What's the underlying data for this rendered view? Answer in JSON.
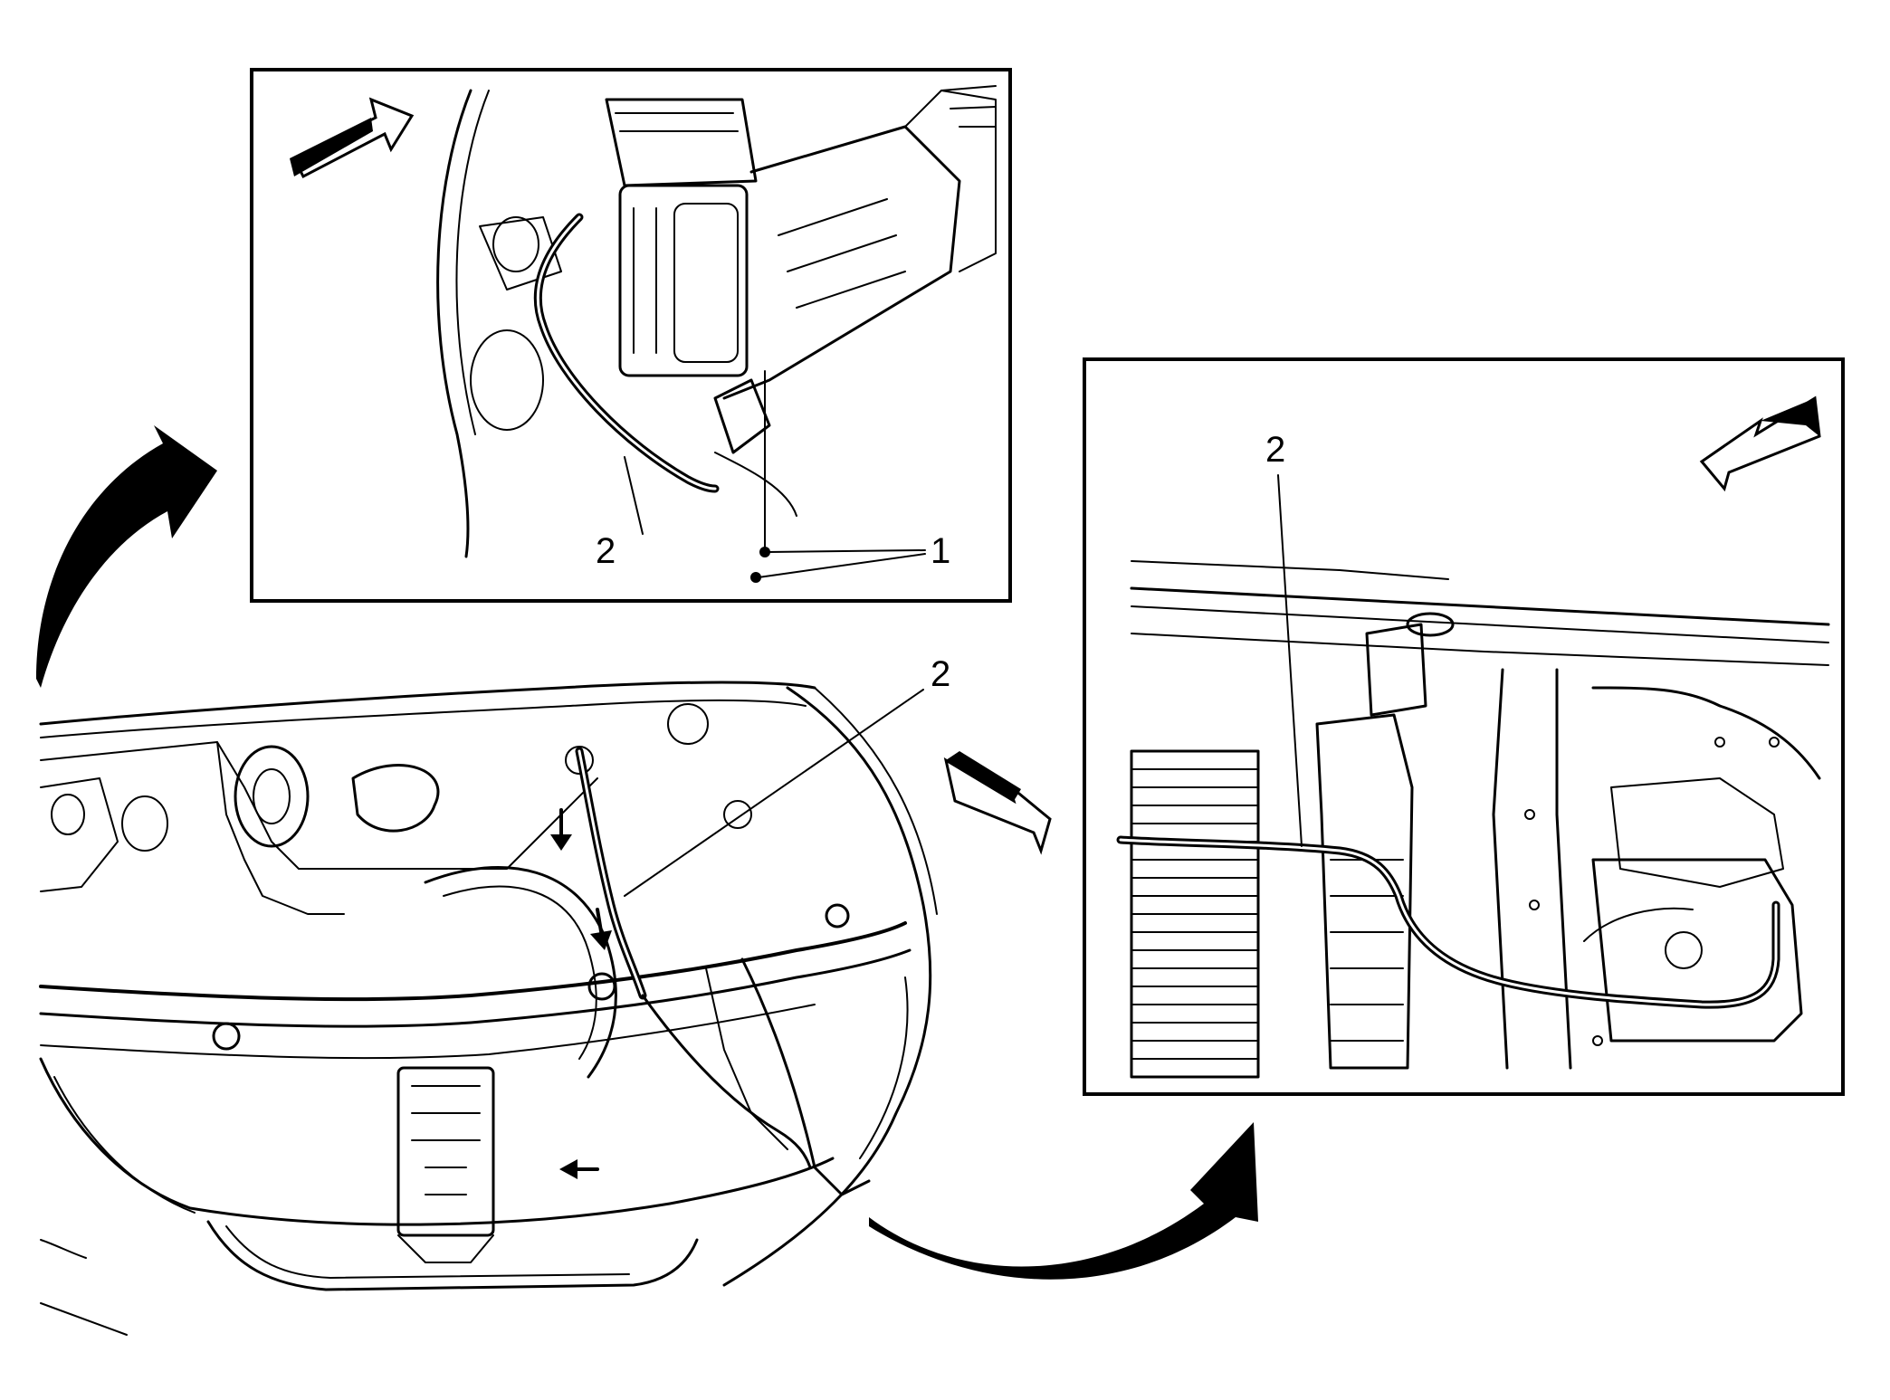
{
  "callouts": {
    "top_inset_ground_bolt": "1",
    "top_inset_harness": "2",
    "main_view_harness": "2",
    "right_inset_harness": "2"
  },
  "colors": {
    "line": "#000000",
    "background": "#ffffff"
  },
  "icons": {
    "view_arrow": "view-direction-arrow-icon",
    "transition_arrow": "curved-transition-arrow-icon"
  }
}
